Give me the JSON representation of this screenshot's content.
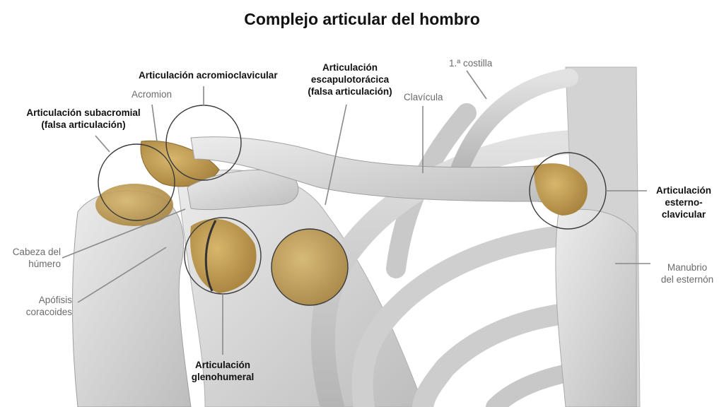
{
  "title": "Complejo articular del hombro",
  "labels": {
    "acromioclavicular": "Articulación acromioclavicular",
    "acromion": "Acromion",
    "subacromial_1": "Articulación subacromial",
    "subacromial_2": "(falsa articulación)",
    "escapulotoracica_1": "Articulación",
    "escapulotoracica_2": "escapulotorácica",
    "escapulotoracica_3": "(falsa articulación)",
    "clavicula": "Clavícula",
    "costilla": "1.ª costilla",
    "esternoclavicular_1": "Articulación",
    "esternoclavicular_2": "esterno-",
    "esternoclavicular_3": "clavicular",
    "cabeza_1": "Cabeza del",
    "cabeza_2": "húmero",
    "apofisis_1": "Apófisis",
    "apofisis_2": "coracoides",
    "manubrio_1": "Manubrio",
    "manubrio_2": "del esternón",
    "glenohumeral_1": "Articulación",
    "glenohumeral_2": "glenohumeral"
  },
  "colors": {
    "bone": "#d9d9d9",
    "bone_shadow": "#a9a9a9",
    "cartilage": "#c9a45a",
    "outline": "#3a3a3a",
    "leader": "#8a8a8a"
  }
}
